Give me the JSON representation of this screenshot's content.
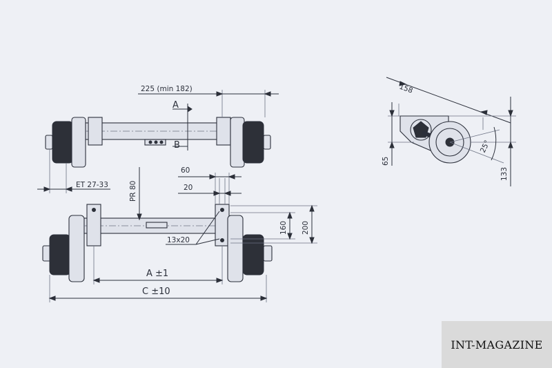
{
  "top_view": {
    "dim_track": "225 (min 182)",
    "section_a": "A",
    "section_b": "B",
    "dim_et": "ET 27-33"
  },
  "front_view": {
    "dim_pr": "PR 80",
    "dim_60": "60",
    "dim_20": "20",
    "dim_160": "160",
    "dim_200": "200",
    "dim_slot": "13x20",
    "dim_a": "A ±1",
    "dim_c": "C ±10"
  },
  "side_view": {
    "dim_158": "158",
    "dim_65": "65",
    "dim_133": "133",
    "dim_angle": "25°"
  },
  "watermark": "INT-MAGAZINE",
  "colors": {
    "background": "#eef0f5",
    "line": "#2b2f3a",
    "watermark_bg": "#dadada"
  }
}
